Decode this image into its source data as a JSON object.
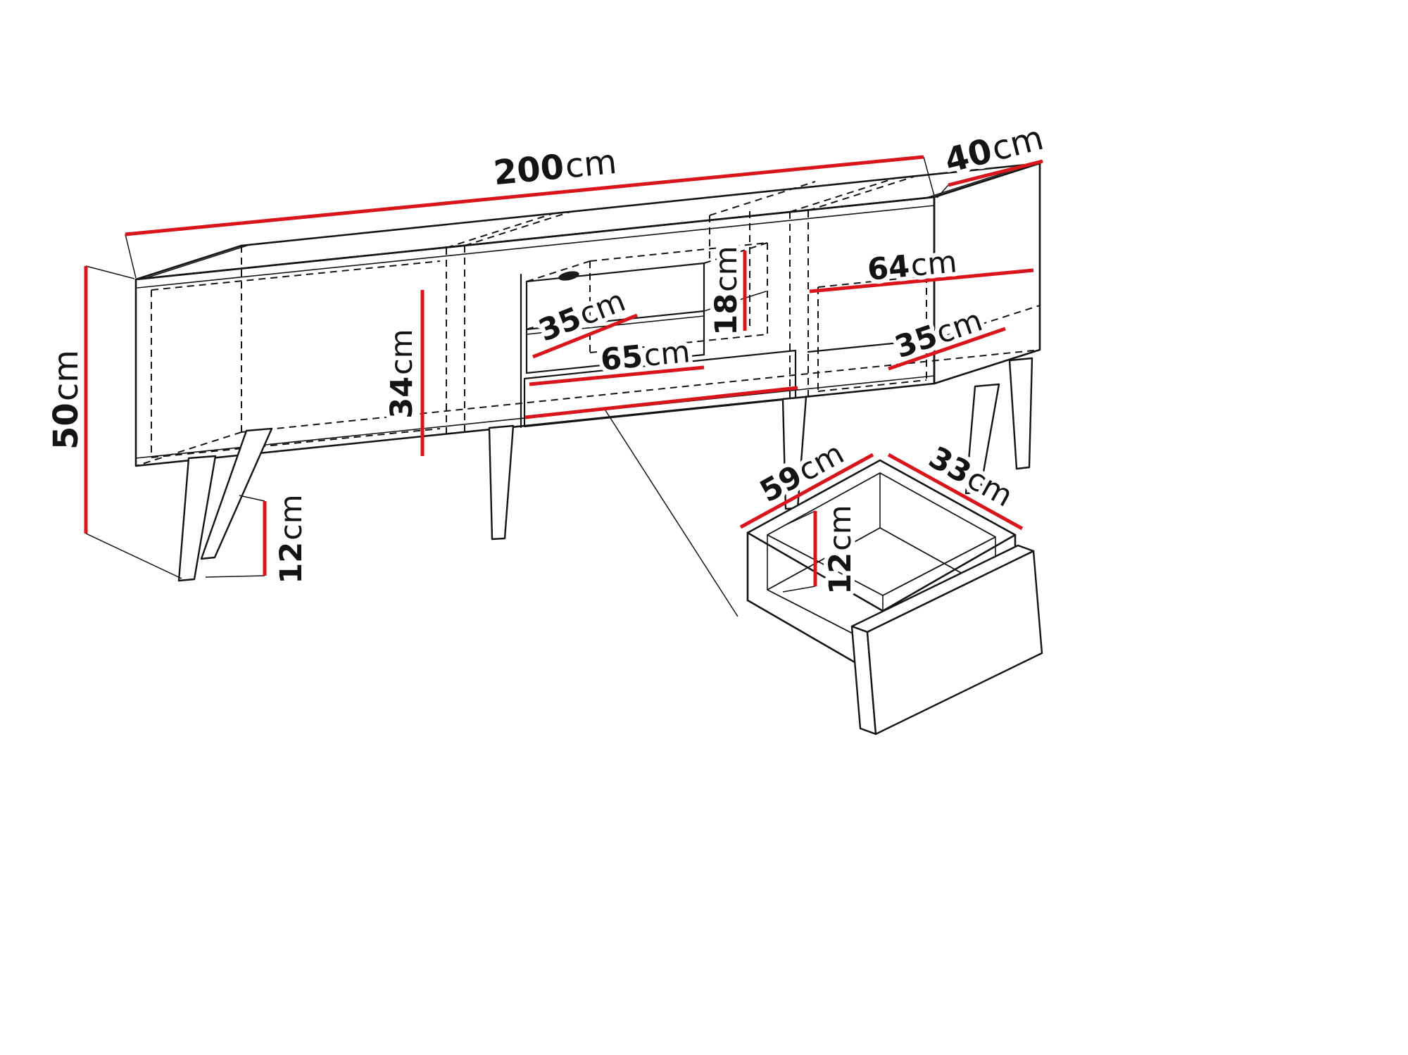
{
  "page": {
    "background": "#ffffff"
  },
  "colors": {
    "dimension_red": "#d9151b",
    "line_black": "#141414",
    "halo_white": "#ffffff"
  },
  "dims": {
    "width": {
      "value": "200",
      "unit": "cm"
    },
    "depth": {
      "value": "40",
      "unit": "cm"
    },
    "height": {
      "value": "50",
      "unit": "cm"
    },
    "left_inner_height": {
      "value": "34",
      "unit": "cm"
    },
    "niche_shelf_depth": {
      "value": "35",
      "unit": "cm"
    },
    "niche_back_height": {
      "value": "18",
      "unit": "cm"
    },
    "right_inner_width": {
      "value": "64",
      "unit": "cm"
    },
    "right_shelf_depth": {
      "value": "35",
      "unit": "cm"
    },
    "niche_width": {
      "value": "65",
      "unit": "cm"
    },
    "leg_height": {
      "value": "12",
      "unit": "cm"
    },
    "drawer_width": {
      "value": "59",
      "unit": "cm"
    },
    "drawer_depth": {
      "value": "33",
      "unit": "cm"
    },
    "drawer_inner_height": {
      "value": "12",
      "unit": "cm"
    }
  }
}
